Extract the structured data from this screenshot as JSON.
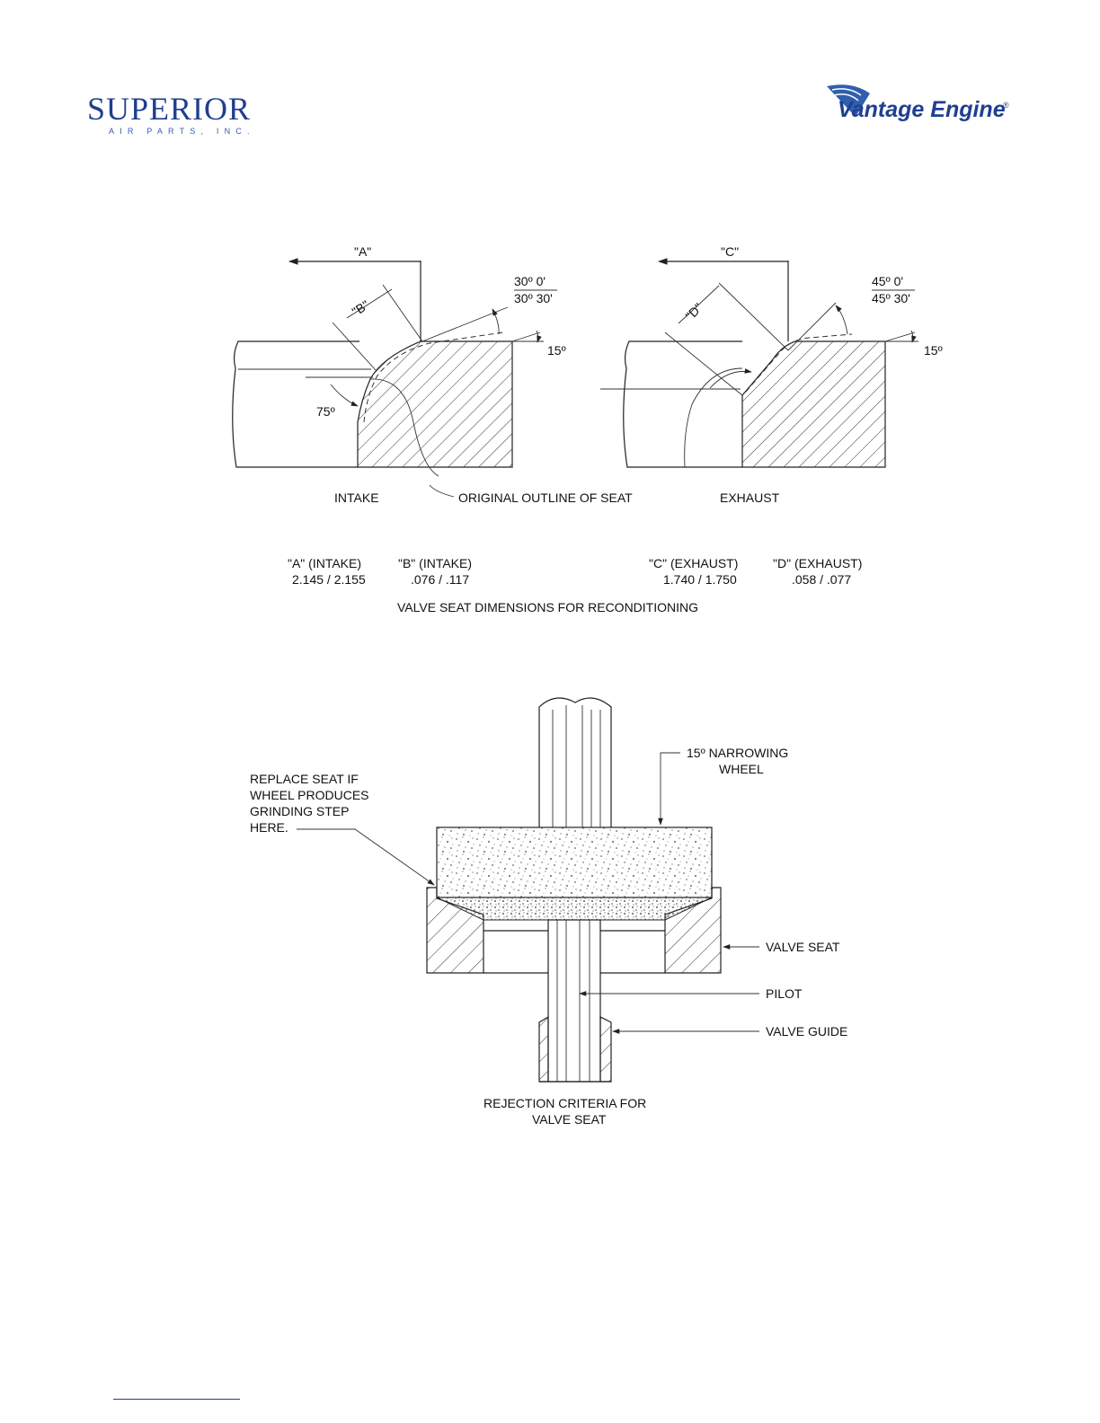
{
  "header": {
    "superior_logo": {
      "name": "SUPERIOR",
      "tagline": "AIR PARTS, INC."
    },
    "vantage_logo": {
      "name": "Vantage Engine"
    }
  },
  "figure1": {
    "intake": {
      "dim_a": "\"A\"",
      "dim_b": "\"B\"",
      "angle_top_1": "30º 0'",
      "angle_top_2": "30º 30'",
      "angle_15": "15º",
      "angle_75": "75º",
      "label": "INTAKE"
    },
    "exhaust": {
      "dim_c": "\"C\"",
      "dim_d": "\"D\"",
      "angle_top_1": "45º 0'",
      "angle_top_2": "45º 30'",
      "angle_15": "15º",
      "label": "EXHAUST"
    },
    "original_outline": "ORIGINAL OUTLINE OF SEAT",
    "dimension_table": [
      {
        "header": "\"A\" (INTAKE)",
        "value": "2.145 / 2.155"
      },
      {
        "header": "\"B\" (INTAKE)",
        "value": ".076 / .117"
      },
      {
        "header": "\"C\" (EXHAUST)",
        "value": "1.740 / 1.750"
      },
      {
        "header": "\"D\" (EXHAUST)",
        "value": ".058 / .077"
      }
    ],
    "caption": "VALVE SEAT DIMENSIONS FOR RECONDITIONING"
  },
  "figure2": {
    "wheel_label_1": "15º NARROWING",
    "wheel_label_2": "WHEEL",
    "replace_note": [
      "REPLACE SEAT IF",
      "WHEEL PRODUCES",
      "GRINDING STEP",
      "HERE."
    ],
    "valve_seat": "VALVE SEAT",
    "pilot": "PILOT",
    "valve_guide": "VALVE GUIDE",
    "caption_1": "REJECTION CRITERIA FOR",
    "caption_2": "VALVE SEAT"
  }
}
